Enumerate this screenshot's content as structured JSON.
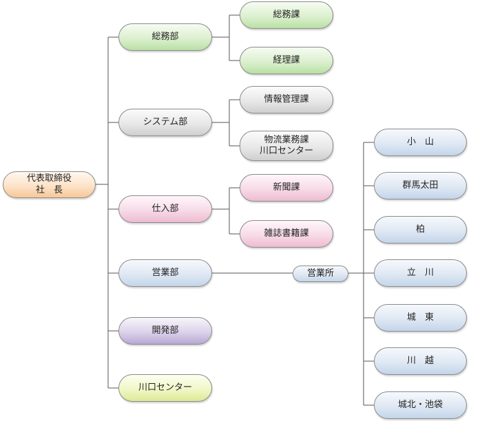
{
  "org_chart": {
    "root": {
      "label": "代表取締役\n社　長"
    },
    "departments": [
      {
        "label": "総務部"
      },
      {
        "label": "システム部"
      },
      {
        "label": "仕入部"
      },
      {
        "label": "営業部"
      },
      {
        "label": "開発部"
      },
      {
        "label": "川口センター"
      }
    ],
    "sections": [
      {
        "label": "総務課"
      },
      {
        "label": "経理課"
      },
      {
        "label": "情報管理課"
      },
      {
        "label": "物流業務課\n川口センター"
      },
      {
        "label": "新聞課"
      },
      {
        "label": "雑誌書籍課"
      }
    ],
    "sales_office": {
      "label": "営業所"
    },
    "branches": [
      {
        "label": "小　山"
      },
      {
        "label": "群馬太田"
      },
      {
        "label": "柏"
      },
      {
        "label": "立　川"
      },
      {
        "label": "城　東"
      },
      {
        "label": "川　越"
      },
      {
        "label": "城北・池袋"
      }
    ]
  }
}
